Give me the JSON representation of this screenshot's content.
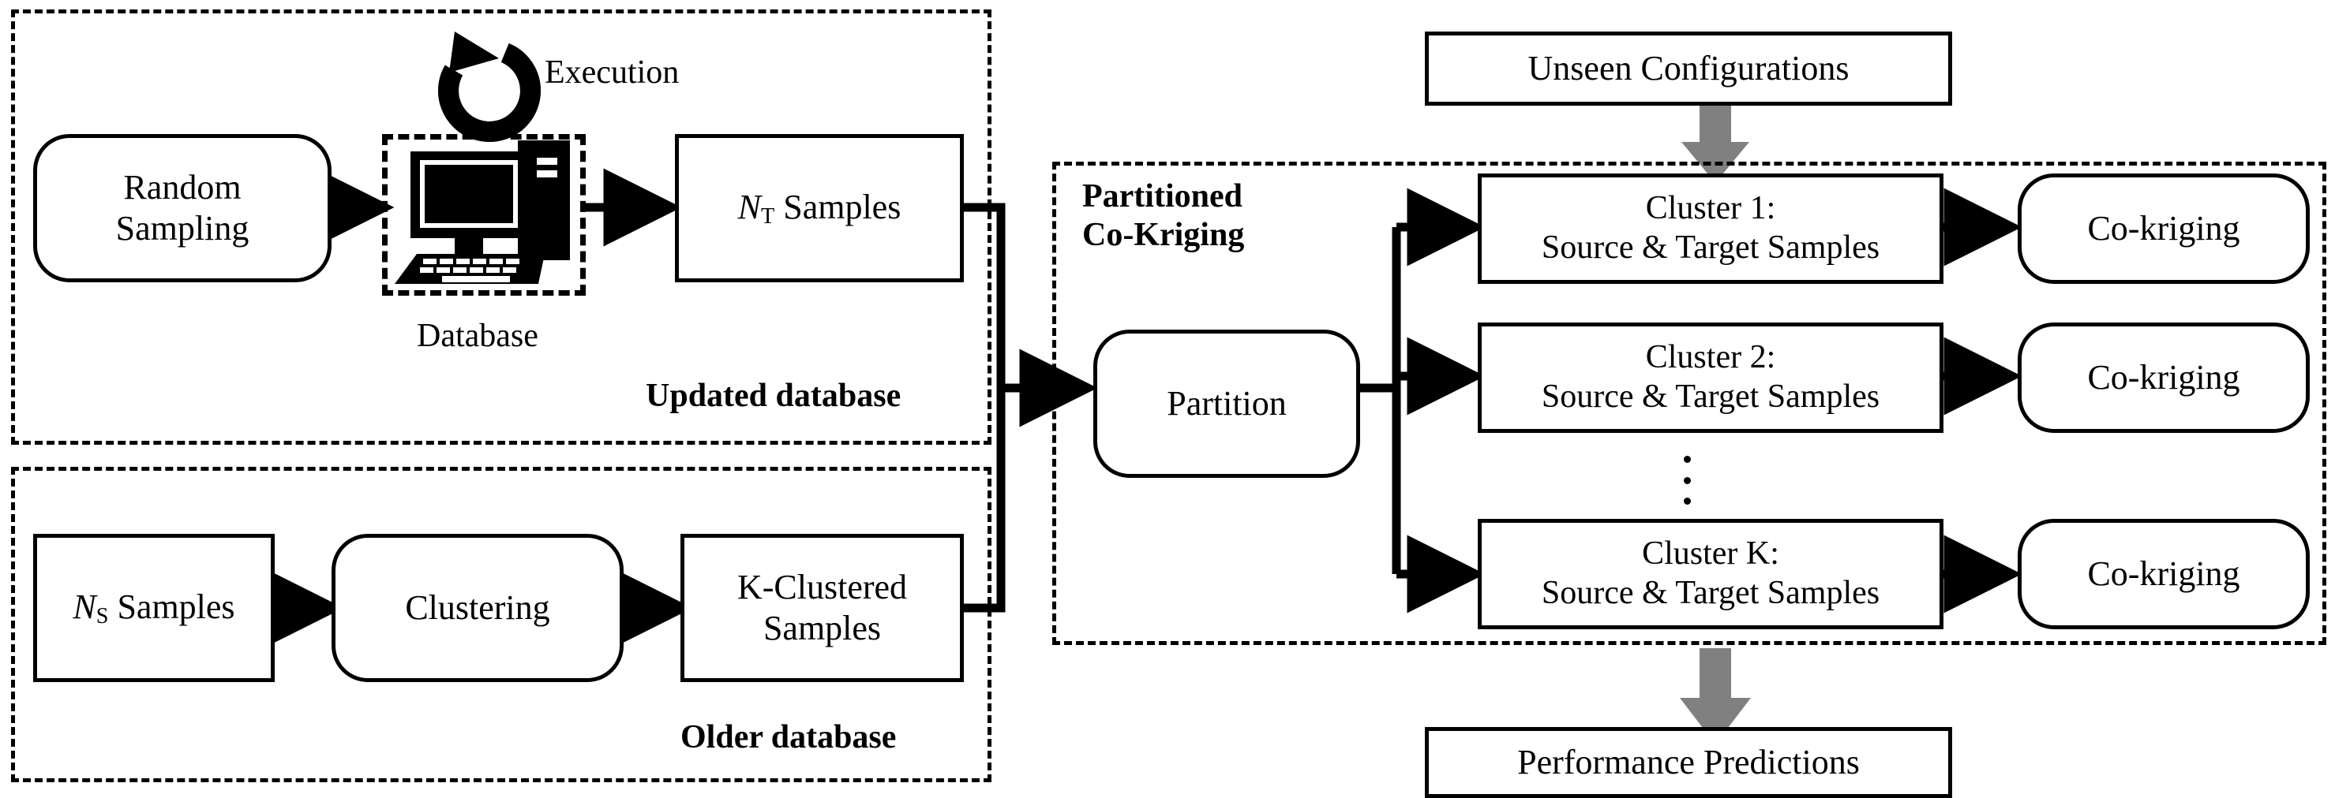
{
  "diagram": {
    "title": "Partitioned Co-Kriging workflow",
    "colors": {
      "stroke": "#000000",
      "background": "#ffffff",
      "gray_arrow": "#808080"
    }
  },
  "groups": {
    "updated_database": {
      "label": "Updated database"
    },
    "older_database": {
      "label": "Older database"
    },
    "partitioned_cokriging": {
      "label": "Partitioned\nCo-Kriging"
    }
  },
  "labels": {
    "execution": "Execution",
    "database": "Database"
  },
  "nodes": {
    "random_sampling": "Random\nSampling",
    "nt_samples_prefix": "N",
    "nt_samples_sub": "T",
    "nt_samples_suffix": " Samples",
    "ns_samples_prefix": "N",
    "ns_samples_sub": "S",
    "ns_samples_suffix": " Samples",
    "clustering": "Clustering",
    "k_clustered_samples": "K-Clustered\nSamples",
    "partition": "Partition",
    "unseen_configurations": "Unseen Configurations",
    "performance_predictions": "Performance Predictions",
    "cluster_1": "Cluster 1:\nSource & Target Samples",
    "cluster_2": "Cluster 2:\nSource & Target Samples",
    "cluster_k": "Cluster K:\nSource & Target Samples",
    "cokriging_1": "Co-kriging",
    "cokriging_2": "Co-kriging",
    "cokriging_k": "Co-kriging"
  },
  "icons": {
    "computer": "computer-database-icon",
    "execution_loop": "circular-refresh-arrow-icon",
    "vertical_ellipsis": "vertical-ellipsis-icon",
    "gray_arrow_down_in": "gray-down-arrow-icon",
    "gray_arrow_down_out": "gray-down-arrow-icon"
  }
}
